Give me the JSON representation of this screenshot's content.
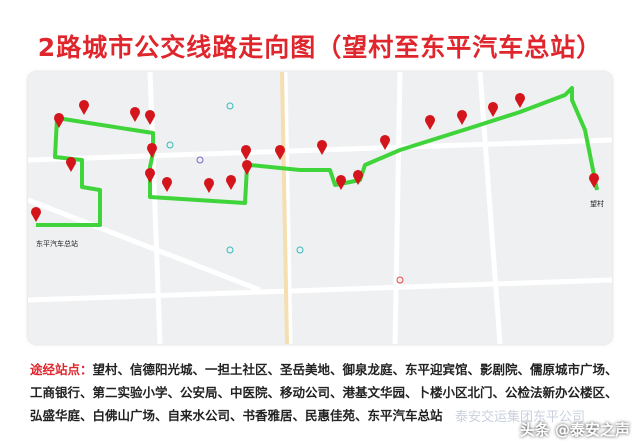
{
  "title": "2路城市公交线路走向图（望村至东平汽车总站）",
  "map": {
    "route_color": "#3fd43a",
    "pin_color": "#d4161c",
    "start_label": "东平汽车总站",
    "end_label": "望村"
  },
  "stops_label": "途经站点：",
  "stops": [
    "望村",
    "信德阳光城",
    "一担土社区",
    "圣岳美地",
    "御泉龙庭",
    "东平迎宾馆",
    "影剧院",
    "儒原城市广场",
    "工商银行",
    "第二实验小学",
    "公安局",
    "中医院",
    "移动公司",
    "港基文华园",
    "卜楼小区北门",
    "公检法新办公楼区",
    "弘盛华庭",
    "白佛山广场",
    "自来水公司",
    "书香雅居",
    "民惠佳苑",
    "东平汽车总站"
  ],
  "watermark": "头条 @泰安之声",
  "watermark_faint": "泰安交运集团东平公司"
}
